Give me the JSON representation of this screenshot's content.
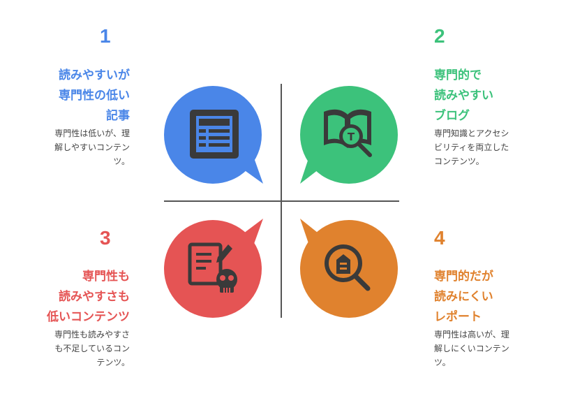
{
  "quadrants": [
    {
      "number": "1",
      "title_lines": [
        "読みやすいが",
        "専門性の低い",
        "記事"
      ],
      "desc_lines": [
        "専門性は低いが、理",
        "解しやすいコンテン",
        "ツ。"
      ],
      "color": "#4A86E8",
      "icon": "document-icon"
    },
    {
      "number": "2",
      "title_lines": [
        "専門的で",
        "読みやすい",
        "ブログ"
      ],
      "desc_lines": [
        "専門知識とアクセシ",
        "ビリティを両立した",
        "コンテンツ。"
      ],
      "color": "#3CC27B",
      "icon": "book-search-icon"
    },
    {
      "number": "3",
      "title_lines": [
        "専門性も",
        "読みやすさも",
        "低いコンテンツ"
      ],
      "desc_lines": [
        "専門性も読みやすさ",
        "も不足しているコン",
        "テンツ。"
      ],
      "color": "#E55454",
      "icon": "document-skull-icon"
    },
    {
      "number": "4",
      "title_lines": [
        "専門的だが",
        "読みにくい",
        "レポート"
      ],
      "desc_lines": [
        "専門性は高いが、理",
        "解しにくいコンテン",
        "ツ。"
      ],
      "color": "#E0822E",
      "icon": "magnify-document-icon"
    }
  ]
}
